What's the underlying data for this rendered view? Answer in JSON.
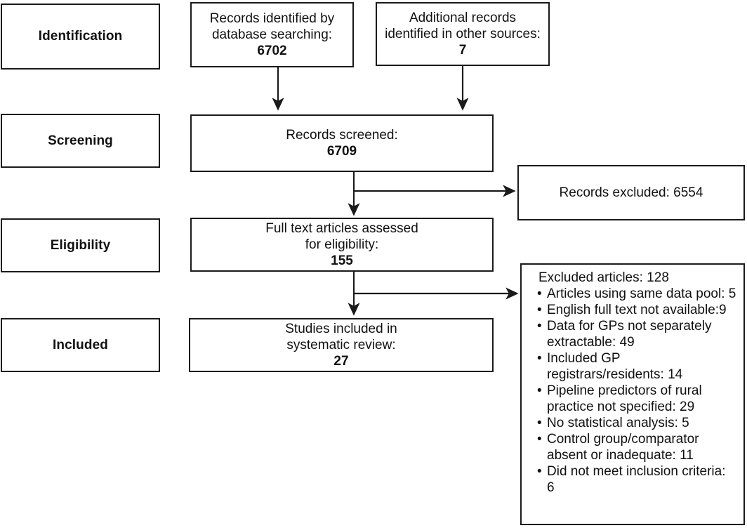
{
  "diagram": {
    "title": "PRISMA study selection flow diagram",
    "line_color": "#1a1a1a",
    "background": "#ffffff"
  },
  "stages": [
    {
      "label": "Identification"
    },
    {
      "label": "Screening"
    },
    {
      "label": "Eligibility"
    },
    {
      "label": "Included"
    }
  ],
  "boxes": {
    "database_records": {
      "line1": "Records identified by",
      "line2": "database searching:",
      "count": "6702"
    },
    "other_records": {
      "line1": "Additional records",
      "line2": "identified in other sources:",
      "count": "7"
    },
    "records_screened": {
      "line1": "Records screened:",
      "count": "6709"
    },
    "records_excluded": {
      "text": "Records excluded: 6554"
    },
    "full_text_assessed": {
      "line1": "Full text articles assessed",
      "line2": "for eligibility:",
      "count": "155"
    },
    "studies_included": {
      "line1": "Studies included in",
      "line2": "systematic review:",
      "count": "27"
    },
    "excluded_articles": {
      "title": "Excluded articles: 128",
      "items": [
        "Articles using same data pool: 5",
        "English full text not available:9",
        "Data for GPs not separately extractable: 49",
        "Included GP registrars/residents: 14",
        "Pipeline predictors of rural practice not specified: 29",
        "No statistical analysis: 5",
        "Control group/comparator absent or inadequate: 11",
        "Did not meet inclusion criteria: 6"
      ]
    }
  },
  "chart_data": {
    "type": "diagram",
    "title": "PRISMA flow of study selection",
    "nodes": [
      {
        "id": "database_records",
        "label": "Records identified by database searching",
        "value": 6702,
        "stage": "Identification"
      },
      {
        "id": "other_records",
        "label": "Additional records identified in other sources",
        "value": 7,
        "stage": "Identification"
      },
      {
        "id": "records_screened",
        "label": "Records screened",
        "value": 6709,
        "stage": "Screening"
      },
      {
        "id": "records_excluded",
        "label": "Records excluded",
        "value": 6554,
        "stage": "Screening"
      },
      {
        "id": "full_text_assessed",
        "label": "Full text articles assessed for eligibility",
        "value": 155,
        "stage": "Eligibility"
      },
      {
        "id": "excluded_articles",
        "label": "Excluded articles",
        "value": 128,
        "stage": "Eligibility"
      },
      {
        "id": "studies_included",
        "label": "Studies included in systematic review",
        "value": 27,
        "stage": "Included"
      }
    ],
    "edges": [
      {
        "from": "database_records",
        "to": "records_screened"
      },
      {
        "from": "other_records",
        "to": "records_screened"
      },
      {
        "from": "records_screened",
        "to": "records_excluded"
      },
      {
        "from": "records_screened",
        "to": "full_text_assessed"
      },
      {
        "from": "full_text_assessed",
        "to": "excluded_articles"
      },
      {
        "from": "full_text_assessed",
        "to": "studies_included"
      }
    ],
    "exclusion_reasons": [
      {
        "reason": "Articles using same data pool",
        "count": 5
      },
      {
        "reason": "English full text not available",
        "count": 9
      },
      {
        "reason": "Data for GPs not separately extractable",
        "count": 49
      },
      {
        "reason": "Included GP registrars/residents",
        "count": 14
      },
      {
        "reason": "Pipeline predictors of rural practice not specified",
        "count": 29
      },
      {
        "reason": "No statistical analysis",
        "count": 5
      },
      {
        "reason": "Control group/comparator absent or inadequate",
        "count": 11
      },
      {
        "reason": "Did not meet inclusion criteria",
        "count": 6
      }
    ]
  }
}
